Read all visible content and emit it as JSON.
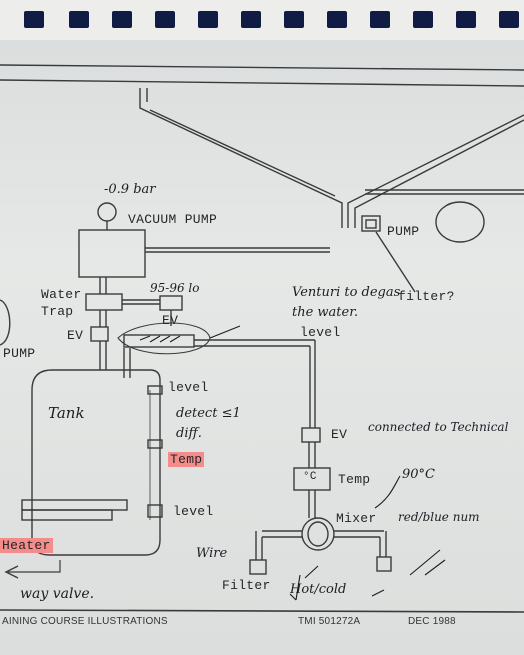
{
  "components": {
    "gauge": "-0.9 bar",
    "vacuum_pump": "VACUUM PUMP",
    "water_trap": "Water Trap",
    "ev_left": "EV",
    "ev_middle": "EV",
    "ev_right": "EV",
    "pump_top": "PUMP",
    "pump_left": "PUMP",
    "filter_q": "filter?",
    "level_top": "level",
    "level_tank": "level",
    "level_bottom": "level",
    "temp_tank": "Temp",
    "temp_right": "Temp",
    "temp_unit": "°C",
    "mixer": "Mixer",
    "heater": "Heater",
    "filter_bottom": "Filter"
  },
  "handwritten": {
    "tank": "Tank",
    "setpoint": "95-96 lo",
    "venturi_note": "Venturi to degas the water.",
    "detect_note": "detect ≤1 diff.",
    "connected_note": "connected to Technical",
    "temp_value": "90°C",
    "red_blue": "red/blue num",
    "wire": "Wire",
    "hot_cold": "Hot/cold",
    "valve_note": "way valve."
  },
  "footer": {
    "left": "AINING COURSE ILLUSTRATIONS",
    "code": "TMI 501272A",
    "date": "DEC 1988"
  }
}
